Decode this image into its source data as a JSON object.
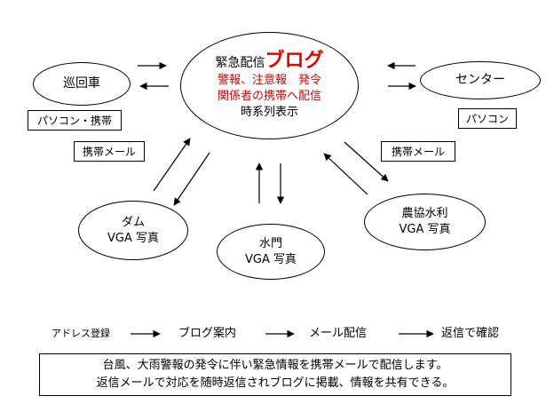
{
  "center": {
    "title_prefix": "緊急配信",
    "title_brand": "ブログ",
    "line1": "警報、注意報　発令",
    "line2": "関係者の携帯へ配信",
    "line3": "時系列表示"
  },
  "nodes": {
    "patrol": "巡回車",
    "center_office": "センター",
    "dam_name": "ダム",
    "dam_photo": "VGA 写真",
    "gate_name": "水門",
    "gate_photo": "VGA 写真",
    "agri_name": "農協水利",
    "agri_photo": "VGA 写真"
  },
  "labels": {
    "pc_mobile": "パソコン・携帯",
    "mobile_mail_left": "携帯メール",
    "pc": "パソコン",
    "mobile_mail_right": "携帯メール"
  },
  "flow": {
    "step1": "アドレス登録",
    "step2": "ブログ案内",
    "step3": "メール配信",
    "step4": "返信で確認"
  },
  "note": {
    "line1": "台風、大雨警報の発令に伴い緊急情報を携帯メールで配信します。",
    "line2": "返信メールで対応を随時返信されブログに掲載、情報を共有できる。"
  }
}
